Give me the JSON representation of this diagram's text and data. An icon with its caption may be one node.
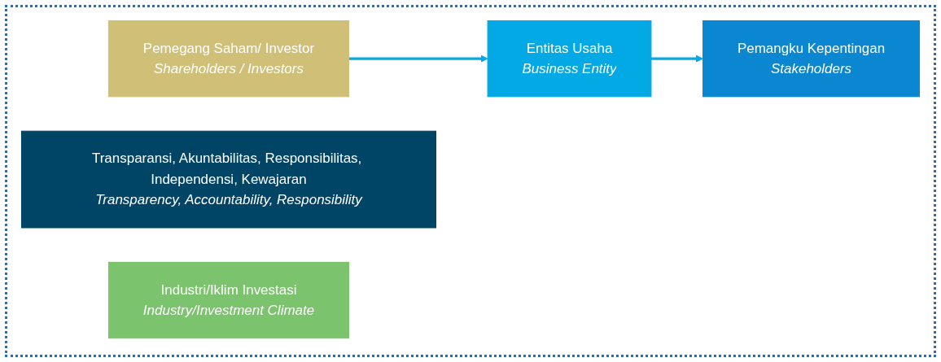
{
  "diagram": {
    "nodes": [
      {
        "text": [
          "Pemegang Saham/ Investor",
          "Shareholders / Investors"
        ]
      },
      {
        "text": [
          "Entitas Usaha",
          "Business Entity"
        ]
      },
      {
        "text": [
          "Pemangku Kepentingan",
          "Stakeholders"
        ]
      },
      {
        "text": [
          "Transparansi, Akuntabilitas, Responsibilitas, Independensi, Kewajaran",
          "Transparency, Accountability, Responsibility"
        ]
      },
      {
        "text": [
          "Industri/Iklim Investasi",
          "Industry/Investment Climate"
        ]
      }
    ],
    "edges": [
      {
        "from": 0,
        "to": 1,
        "arrow": "to"
      },
      {
        "from": 1,
        "to": 2,
        "arrow": "to"
      }
    ]
  }
}
